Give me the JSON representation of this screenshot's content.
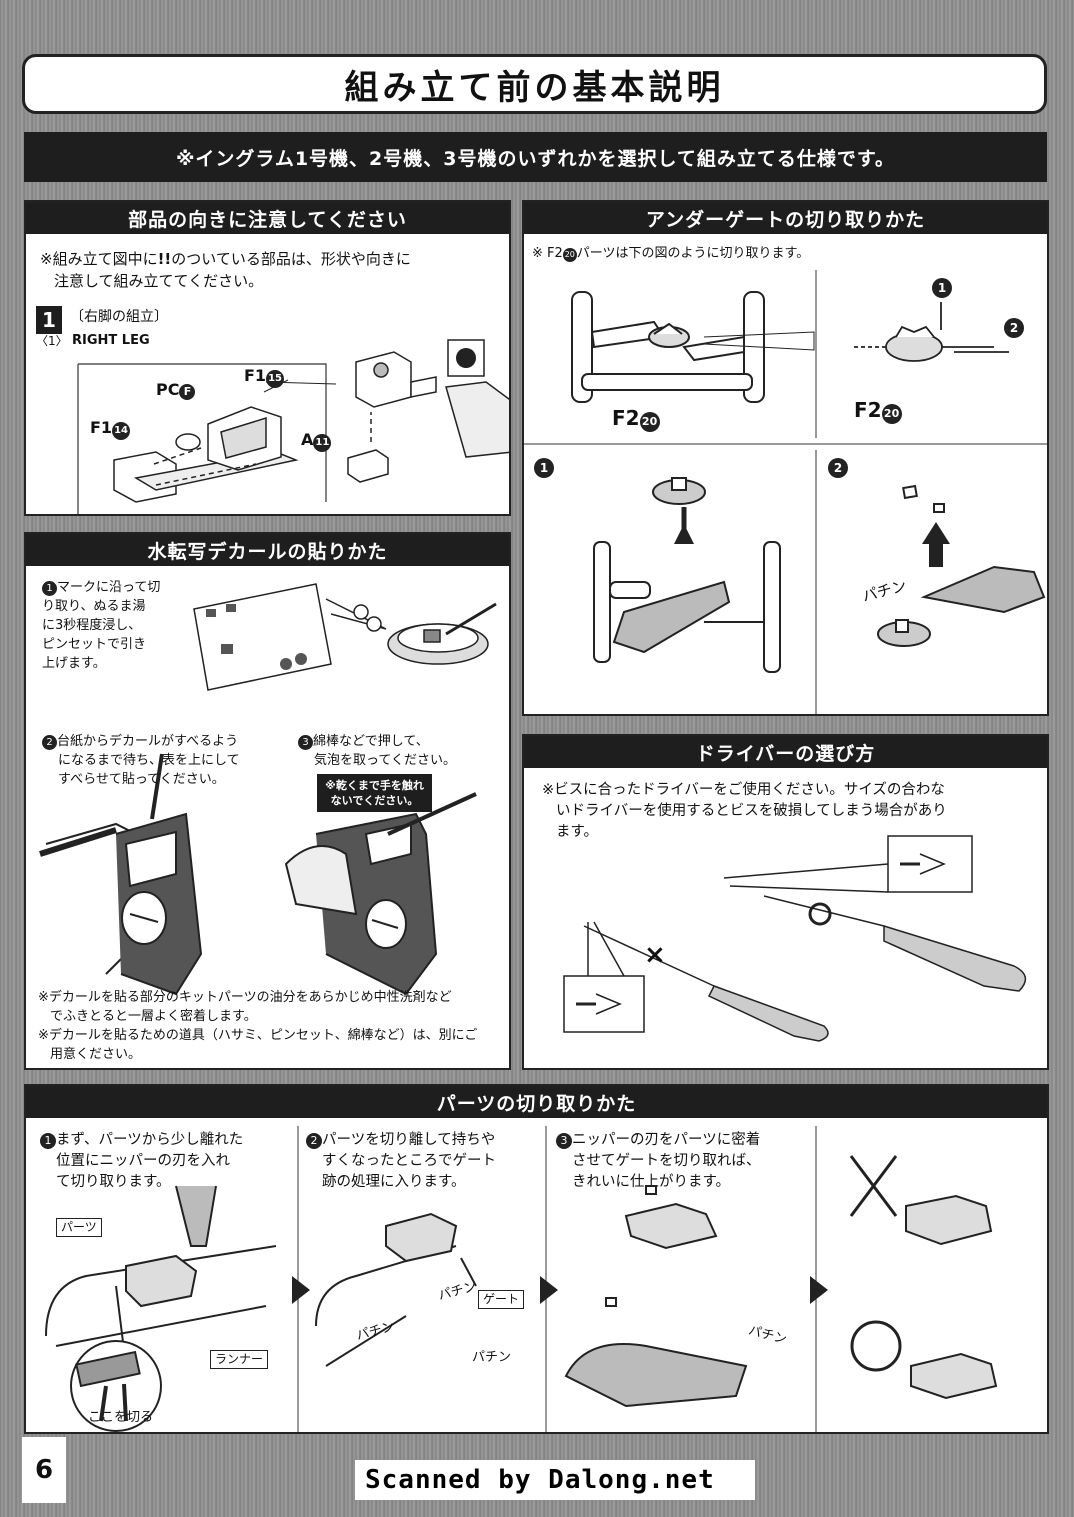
{
  "page_title": "組み立て前の基本説明",
  "spec_note": "※イングラム1号機、2号機、3号機のいずれかを選択して組み立てる仕様です。",
  "orientation": {
    "header": "部品の向きに注意してください",
    "note_line1": "※組み立て図中に",
    "note_line1b": "のついている部品は、形状や向きに",
    "note_line2": "注意して組み立ててください。",
    "step_num": "1",
    "step_title": "〔右脚の組立〕",
    "step_sub_num": "〈1〉",
    "step_sub": "RIGHT LEG",
    "labels": {
      "pcf": "PC",
      "pcf_mark": "F",
      "f115": "F1",
      "f115_mark": "15",
      "f114": "F1",
      "f114_mark": "14",
      "a11": "A",
      "a11_mark": "11"
    }
  },
  "undergate": {
    "header": "アンダーゲートの切り取りかた",
    "note_prefix": "※ F2",
    "note_mark": "20",
    "note_suffix": "パーツは下の図のように切り取ります。",
    "label_f2": "F2",
    "label_f2_mark": "20",
    "step1": "1",
    "step2": "2",
    "snap": "パチン"
  },
  "decal": {
    "header": "水転写デカールの貼りかた",
    "step1_num": "1",
    "step1": [
      "マークに沿って切",
      "り取り、ぬるま湯",
      "に3秒程度浸し、",
      "ピンセットで引き",
      "上げます。"
    ],
    "step2_num": "2",
    "step2": [
      "台紙からデカールがすべるよう",
      "になるまで待ち、表を上にして",
      "すべらせて貼ってください。"
    ],
    "step3_num": "3",
    "step3": [
      "綿棒などで押して、",
      "気泡を取ってください。"
    ],
    "warning": [
      "※乾くまで手を触れ",
      "ないでください。"
    ],
    "note1": [
      "※デカールを貼る部分のキットパーツの油分をあらかじめ中性洗剤など",
      "でふきとると一層よく密着します。"
    ],
    "note2": [
      "※デカールを貼るための道具（ハサミ、ピンセット、綿棒など）は、別にご",
      "用意ください。"
    ]
  },
  "driver": {
    "header": "ドライバーの選び方",
    "note": [
      "※ビスに合ったドライバーをご使用ください。サイズの合わな",
      "いドライバーを使用するとビスを破損してしまう場合があり",
      "ます。"
    ],
    "ok_mark": "○",
    "ng_mark": "×"
  },
  "cutting": {
    "header": "パーツの切り取りかた",
    "step1_num": "1",
    "step1": [
      "まず、パーツから少し離れた",
      "位置にニッパーの刃を入れ",
      "て切り取ります。"
    ],
    "step2_num": "2",
    "step2": [
      "パーツを切り離して持ちや",
      "すくなったところでゲート",
      "跡の処理に入ります。"
    ],
    "step3_num": "3",
    "step3": [
      "ニッパーの刃をパーツに密着",
      "させてゲートを切り取れば、",
      "きれいに仕上がります。"
    ],
    "label_parts": "パーツ",
    "label_runner": "ランナー",
    "label_gate": "ゲート",
    "label_cut_here": "ここを切る",
    "snap": "パチン"
  },
  "footer": {
    "page_number": "6",
    "credit": "Scanned by Dalong.net"
  }
}
